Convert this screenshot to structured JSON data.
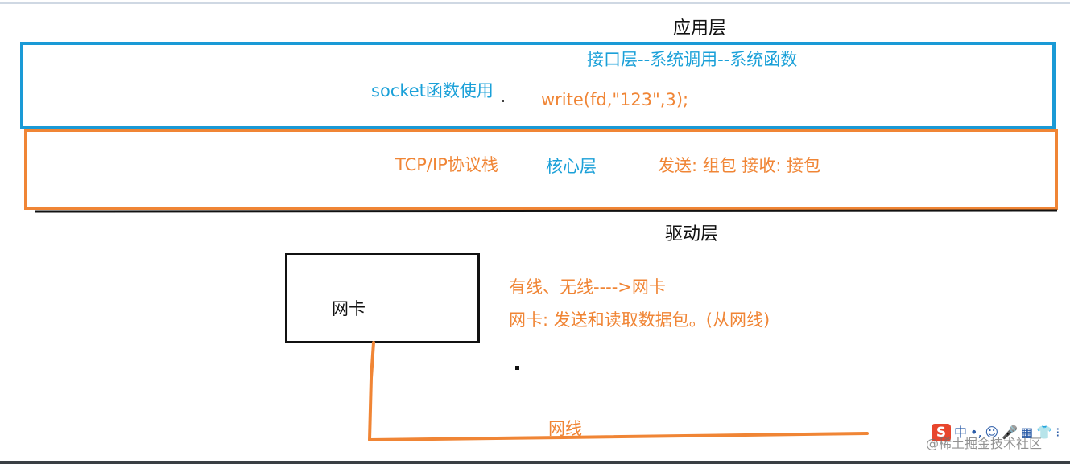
{
  "layers": {
    "application_title": "应用层",
    "driver_title": "驱动层"
  },
  "interface_layer": {
    "title": "接口层--系统调用--系统函数",
    "socket_label": "socket函数使用",
    "write_call": "write(fd,\"123\",3);"
  },
  "kernel_layer": {
    "stack_label": "TCP/IP协议栈",
    "core_label": "核心层",
    "send_recv_label": "发送:  组包   接收: 接包"
  },
  "driver": {
    "nic_label": "网卡",
    "note_line1": "有线、无线---->网卡",
    "note_line2": "网卡: 发送和读取数据包。(从网线)",
    "cable_label": "网线"
  },
  "ime_toolbar": {
    "logo": "S",
    "items": [
      "中",
      "•,",
      "☺",
      "🎤",
      "▦",
      "👕",
      "⁝"
    ]
  },
  "watermark": "@稀土掘金技术社区",
  "colors": {
    "interface_box": "#1a9ad6",
    "kernel_box": "#f08535",
    "orange_text": "#f08535",
    "blue_text": "#1aa0d8"
  }
}
